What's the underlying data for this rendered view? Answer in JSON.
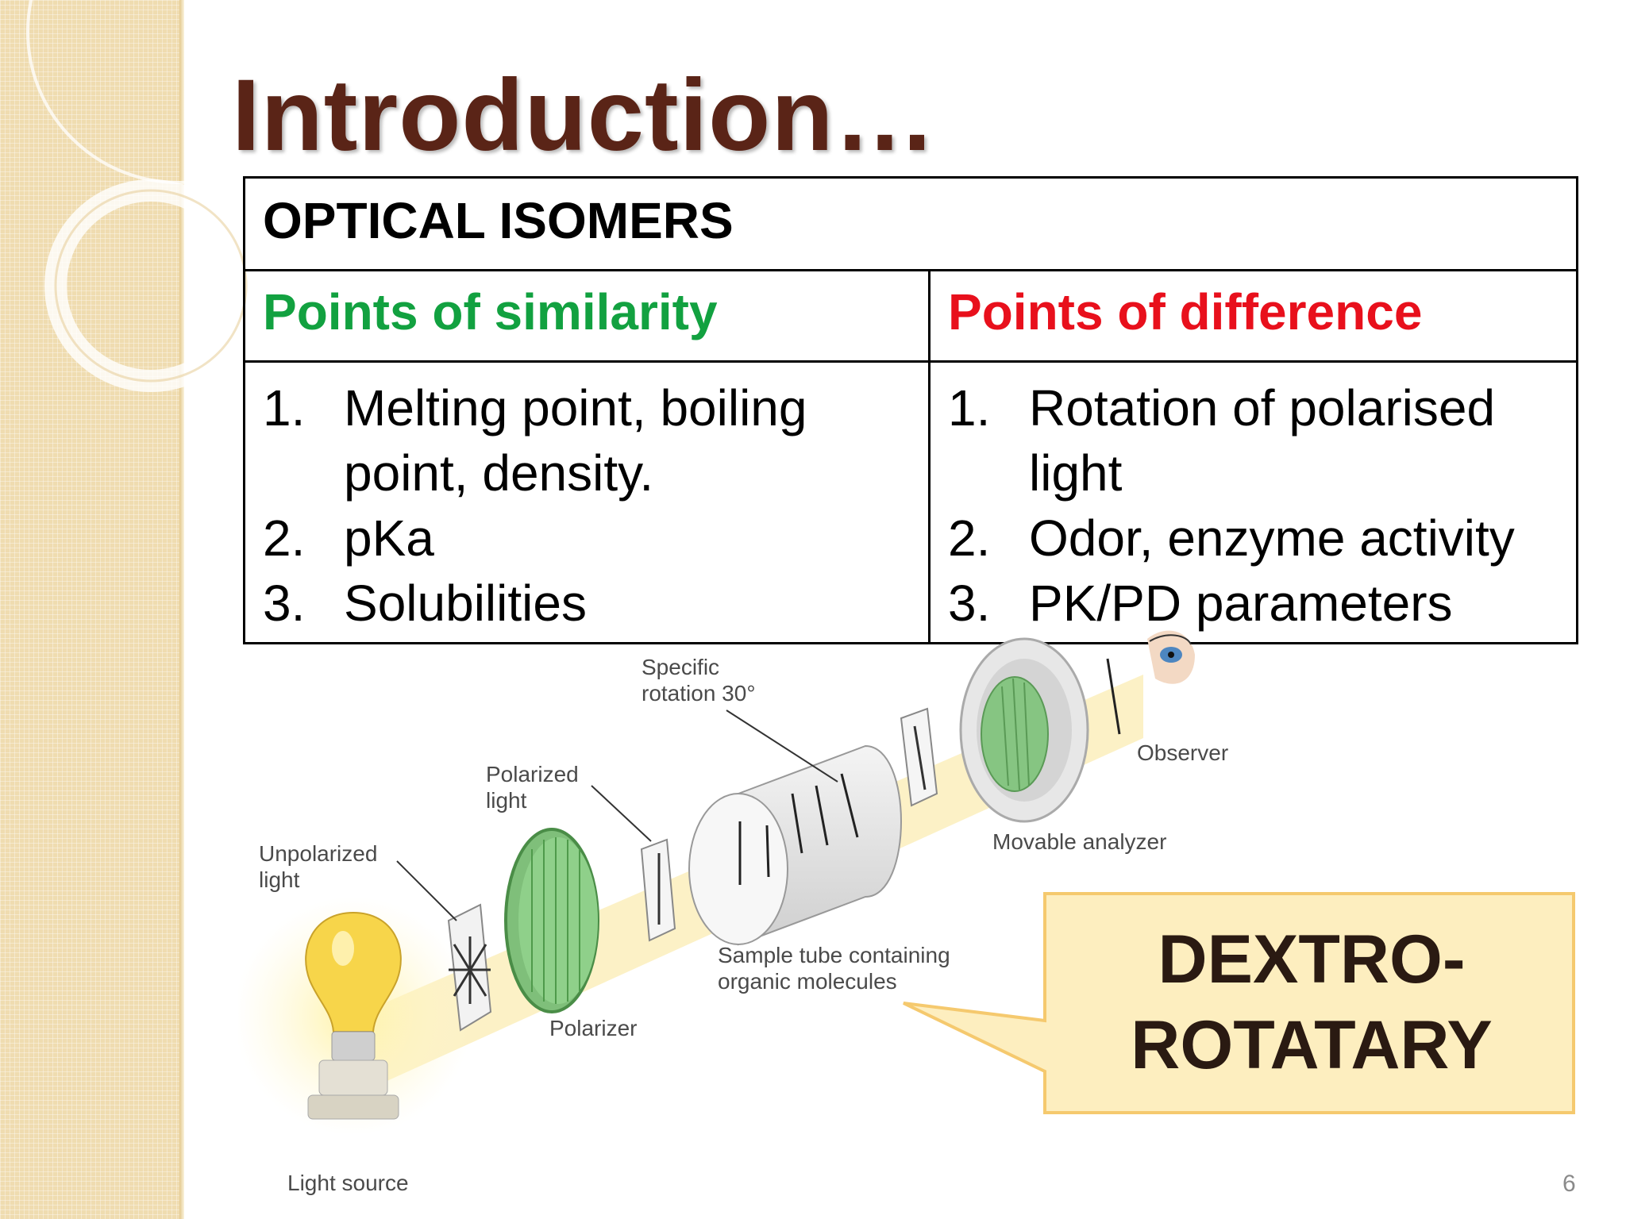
{
  "slide": {
    "title": "Introduction…",
    "page_number": "6"
  },
  "table": {
    "header": "OPTICAL ISOMERS",
    "similarity": {
      "heading": "Points of similarity",
      "color": "#12a140",
      "items": [
        {
          "num": "1.",
          "text": "Melting point, boiling point, density."
        },
        {
          "num": "2.",
          "text": "pKa"
        },
        {
          "num": "3.",
          "text": "Solubilities"
        }
      ]
    },
    "difference": {
      "heading": "Points of difference",
      "color": "#e8101c",
      "items": [
        {
          "num": "1.",
          "text": "Rotation of polarised light"
        },
        {
          "num": "2.",
          "text": "Odor, enzyme activity"
        },
        {
          "num": "3.",
          "text": "PK/PD parameters"
        }
      ]
    }
  },
  "diagram": {
    "labels": {
      "specific_rotation_1": "Specific",
      "specific_rotation_2": "rotation 30°",
      "polarized_1": "Polarized",
      "polarized_2": "light",
      "unpolarized_1": "Unpolarized",
      "unpolarized_2": "light",
      "observer": "Observer",
      "movable_analyzer": "Movable analyzer",
      "sample_tube_1": "Sample tube containing",
      "sample_tube_2": "organic molecules",
      "polarizer": "Polarizer",
      "light_source": "Light source"
    }
  },
  "callout": {
    "line1": "DEXTRO-",
    "line2": "ROTATARY"
  }
}
